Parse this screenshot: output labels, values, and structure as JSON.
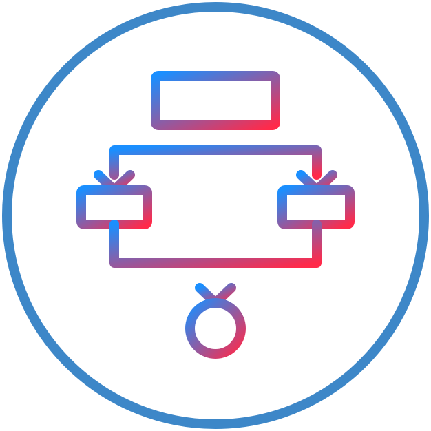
{
  "icon": {
    "name": "flowchart-diagram-icon",
    "style": "outline gradient",
    "ring_color": "#3d87c8",
    "gradient": {
      "start": "#1a8fff",
      "end": "#ff2a4a"
    },
    "elements": [
      "top-process-box",
      "left-branch-box",
      "right-branch-box",
      "end-terminator-circle",
      "connector-lines",
      "arrowheads"
    ]
  }
}
